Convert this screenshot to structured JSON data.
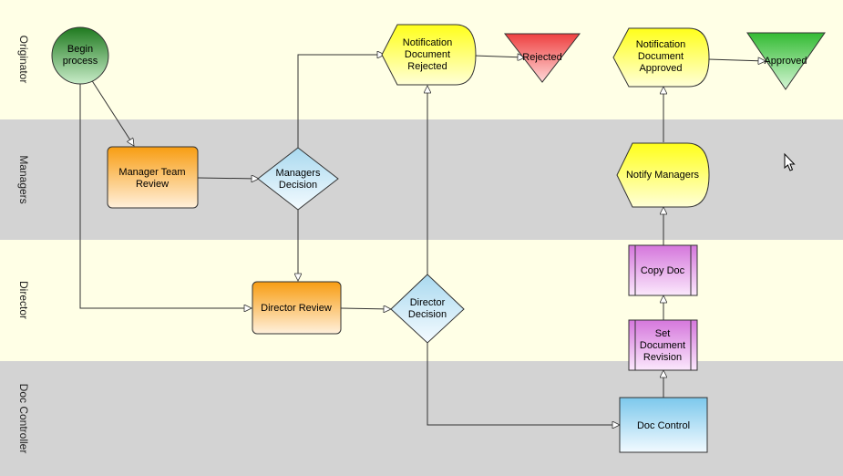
{
  "lanes": [
    {
      "label": "Originator"
    },
    {
      "label": "Managers"
    },
    {
      "label": "Director"
    },
    {
      "label": "Doc Controller"
    }
  ],
  "nodes": {
    "begin": {
      "lines": [
        "Begin",
        "process"
      ]
    },
    "manager_review": {
      "lines": [
        "Manager Team",
        "Review"
      ]
    },
    "managers_decision": {
      "lines": [
        "Managers",
        "Decision"
      ]
    },
    "notif_rejected": {
      "lines": [
        "Notification",
        "Document",
        "Rejected"
      ]
    },
    "rejected": {
      "lines": [
        "Rejected"
      ]
    },
    "notif_approved": {
      "lines": [
        "Notification",
        "Document",
        "Approved"
      ]
    },
    "approved": {
      "lines": [
        "Approved"
      ]
    },
    "notify_managers": {
      "lines": [
        "Notify Managers"
      ]
    },
    "copy_doc": {
      "lines": [
        "Copy Doc"
      ]
    },
    "set_revision": {
      "lines": [
        "Set",
        "Document",
        "Revision"
      ]
    },
    "director_review": {
      "lines": [
        "Director Review"
      ]
    },
    "director_decision": {
      "lines": [
        "Director",
        "Decision"
      ]
    },
    "doc_control": {
      "lines": [
        "Doc Control"
      ]
    }
  },
  "colors": {
    "lane_light": "#ffffe6",
    "lane_dark": "#d3d3d3",
    "start_green": "#3a9a3a",
    "task_orange": "#f8a830",
    "decision_blue": "#bfe3f2",
    "notification_yellow": "#ffff33",
    "rejected_red": "#f05a5a",
    "approved_green": "#3ec23e",
    "subprocess_purple": "#dc8ae0",
    "doc_control_blue": "#8ccfee"
  }
}
